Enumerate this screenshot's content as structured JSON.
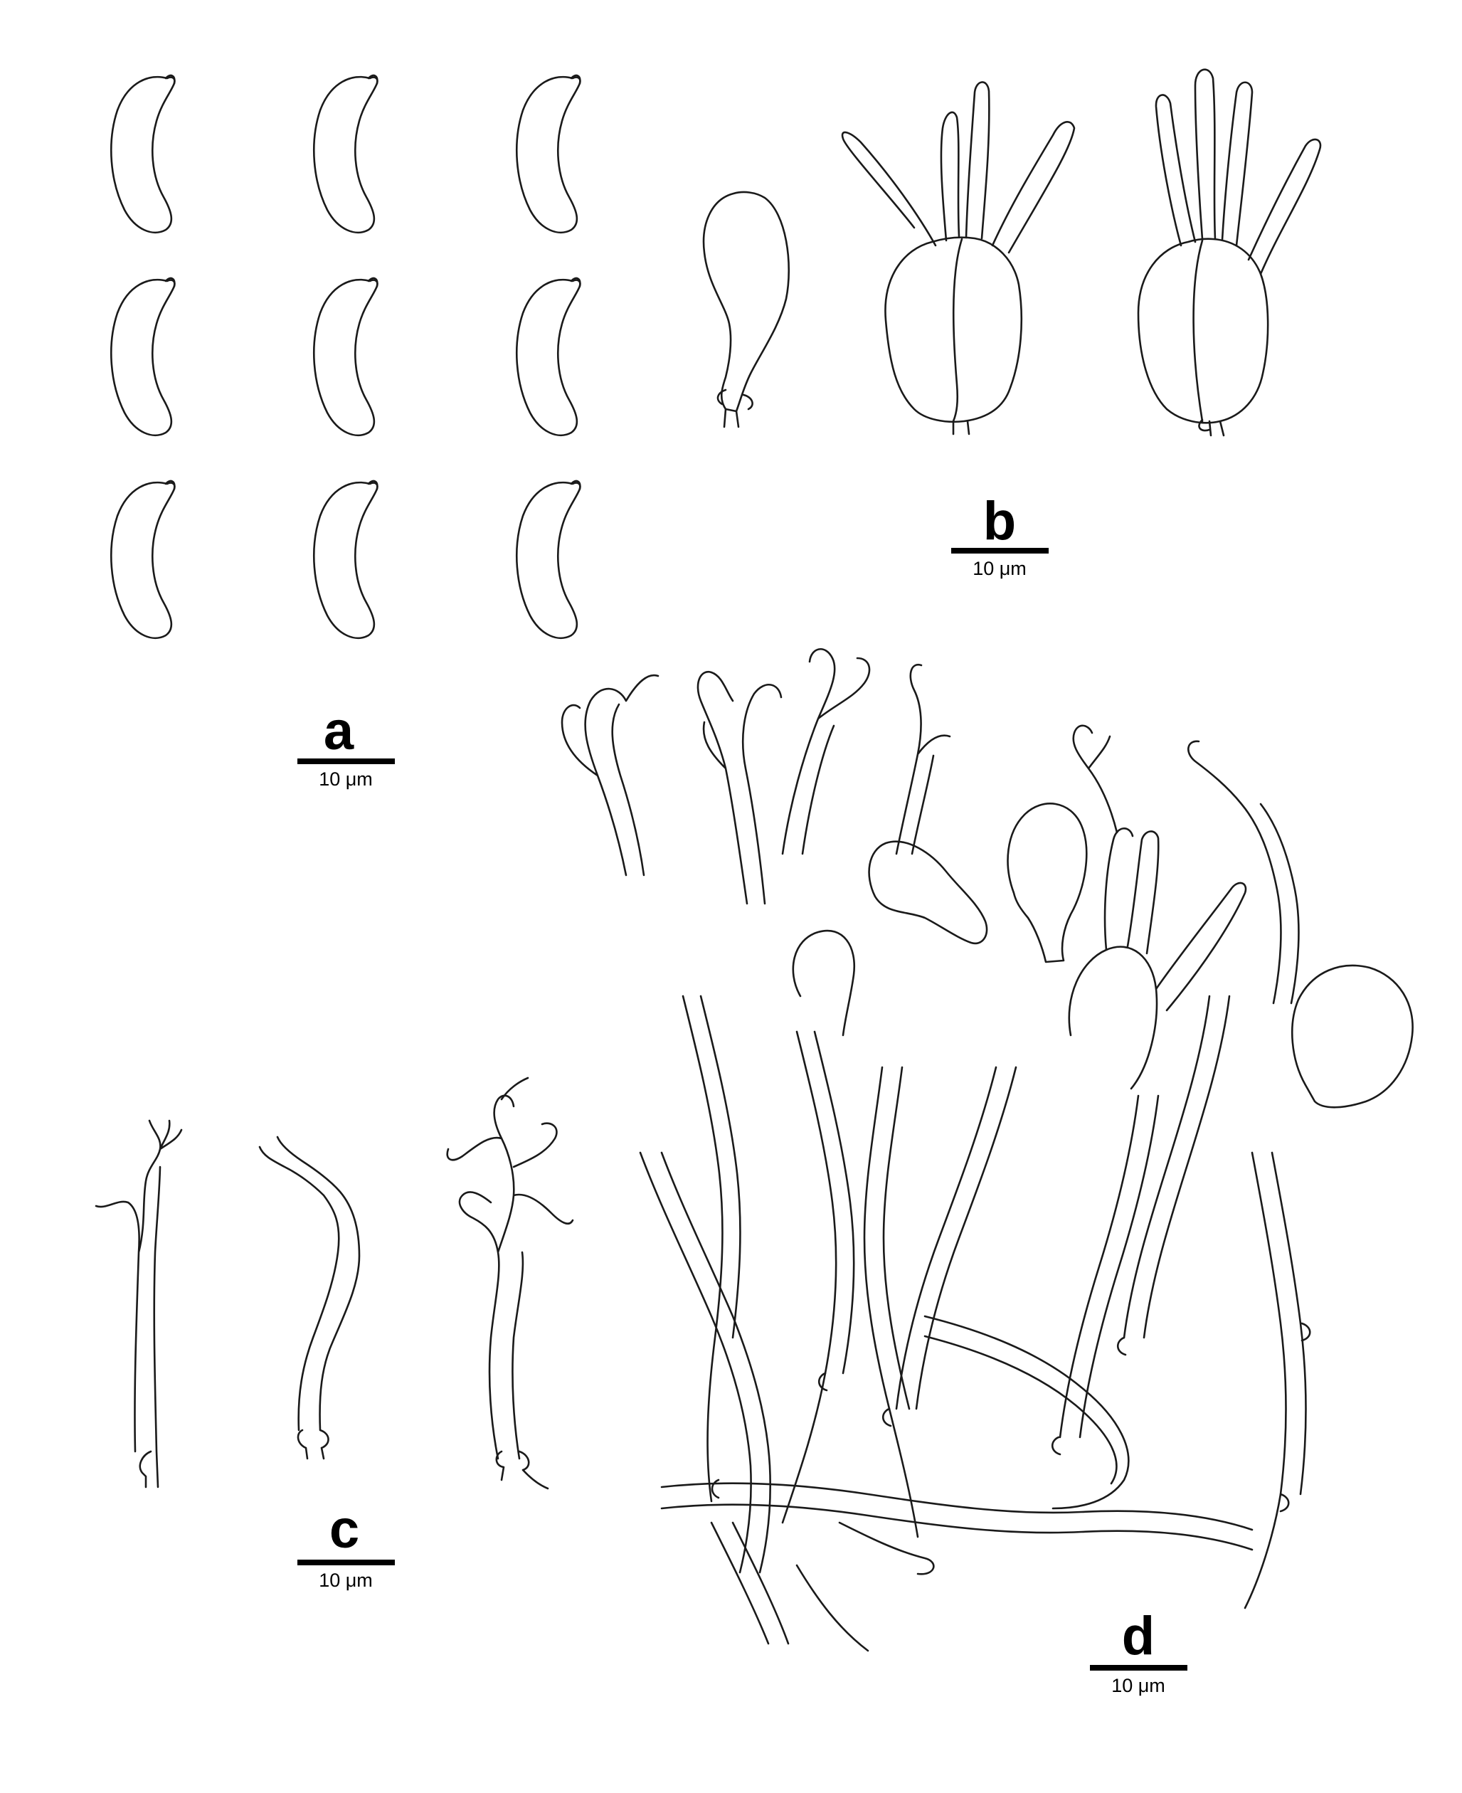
{
  "panels": [
    {
      "id": "a",
      "label": "a",
      "scale": "10 μm"
    },
    {
      "id": "b",
      "label": "b",
      "scale": "10 μm"
    },
    {
      "id": "c",
      "label": "c",
      "scale": "10 μm"
    },
    {
      "id": "d",
      "label": "d",
      "scale": "10 μm"
    }
  ],
  "colors": {
    "line": "#1a1a1a",
    "background": "#ffffff"
  }
}
